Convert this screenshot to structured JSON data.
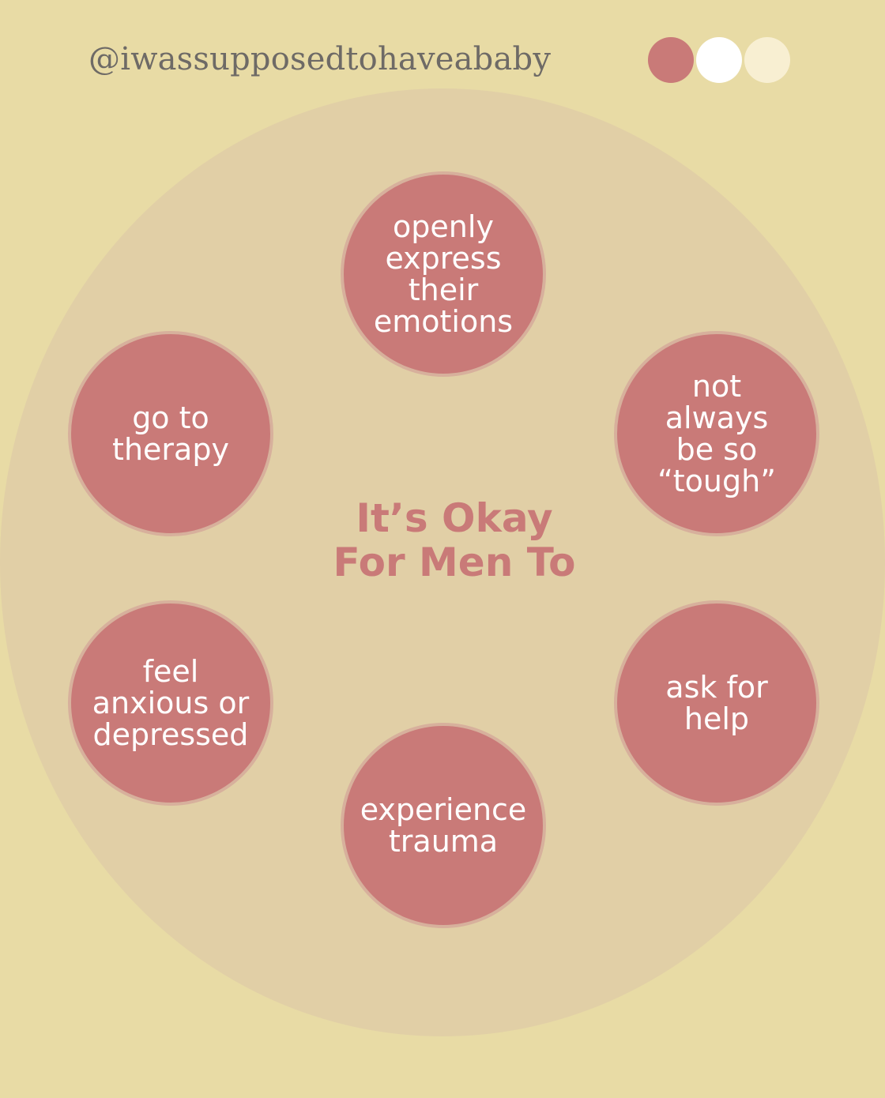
{
  "handle": "@iwassupposedtohaveababy",
  "colors": {
    "background": "#E8DBA5",
    "big_circle": "#E1CFA6",
    "node_fill": "#C97A78",
    "title": "#C97A78",
    "dot_1": "#C97A78",
    "dot_2": "#FFFFFF",
    "dot_3": "#F8EFD2"
  },
  "title": {
    "line1": "It’s Okay",
    "line2": "For Men To"
  },
  "nodes": [
    {
      "label": "openly\nexpress\ntheir\nemotions"
    },
    {
      "label": "not\nalways\nbe so\n“tough”"
    },
    {
      "label": "ask for\nhelp"
    },
    {
      "label": "experience\ntrauma"
    },
    {
      "label": "feel\nanxious or\ndepressed"
    },
    {
      "label": "go to\ntherapy"
    }
  ]
}
